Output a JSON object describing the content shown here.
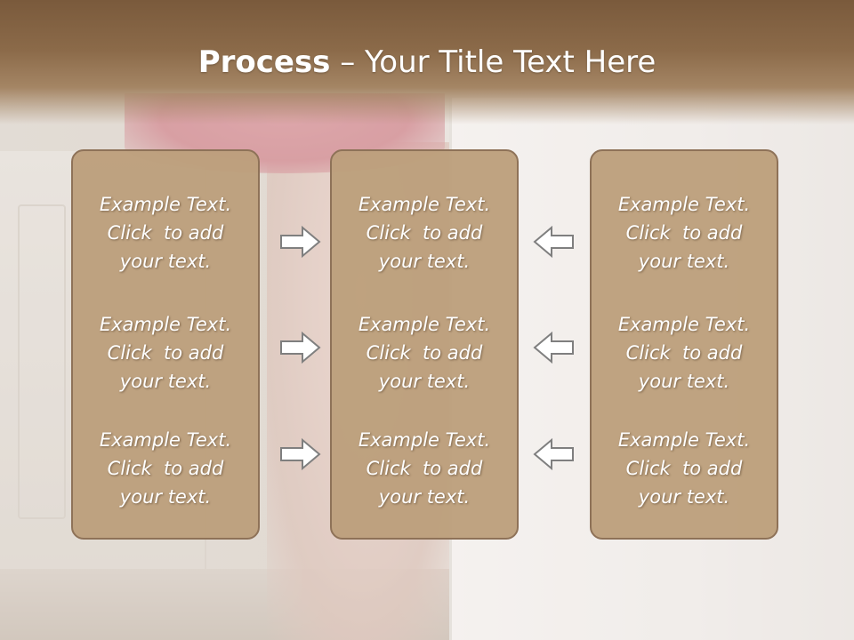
{
  "slide": {
    "title_bold": "Process",
    "title_rest": " – Your Title Text Here",
    "colors": {
      "header": "#7a5a3c",
      "box_fill": "#bc9f7c",
      "box_border": "#8e7258",
      "text": "#ffffff",
      "arrow_fill": "#ffffff",
      "arrow_stroke": "#7f7f7f"
    }
  },
  "columns": [
    {
      "items": [
        {
          "line1": "Example Text.",
          "line2": "Click  to add",
          "line3": "your text."
        },
        {
          "line1": "Example Text.",
          "line2": "Click  to add",
          "line3": "your text."
        },
        {
          "line1": "Example Text.",
          "line2": "Click  to add",
          "line3": "your text."
        }
      ]
    },
    {
      "items": [
        {
          "line1": "Example Text.",
          "line2": "Click  to add",
          "line3": "your text."
        },
        {
          "line1": "Example Text.",
          "line2": "Click  to add",
          "line3": "your text."
        },
        {
          "line1": "Example Text.",
          "line2": "Click  to add",
          "line3": "your text."
        }
      ]
    },
    {
      "items": [
        {
          "line1": "Example Text.",
          "line2": "Click  to add",
          "line3": "your text."
        },
        {
          "line1": "Example Text.",
          "line2": "Click  to add",
          "line3": "your text."
        },
        {
          "line1": "Example Text.",
          "line2": "Click  to add",
          "line3": "your text."
        }
      ]
    }
  ],
  "arrows": {
    "left_group": {
      "icon": "arrow-right-icon",
      "count": 3
    },
    "right_group": {
      "icon": "arrow-left-icon",
      "count": 3
    }
  }
}
